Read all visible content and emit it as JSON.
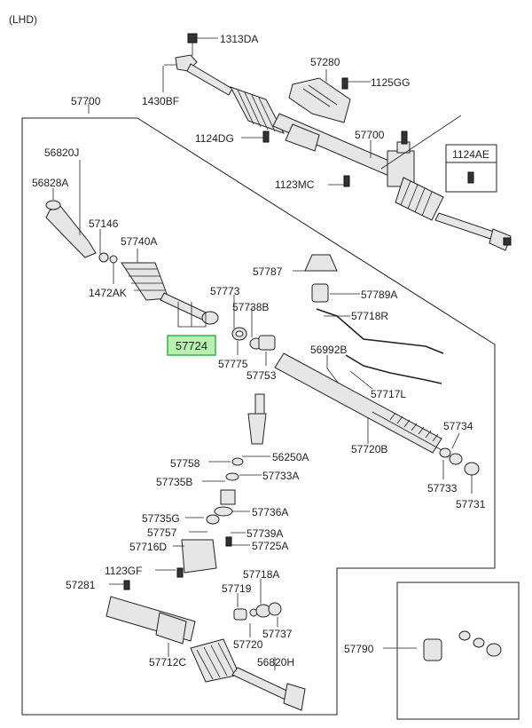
{
  "variant": "(LHD)",
  "accent_color": "#33b24a",
  "highlight_fill": "#b9f0b0",
  "highlight": {
    "code": "57724"
  },
  "labels": {
    "l1313DA": "1313DA",
    "l1430BF": "1430BF",
    "l57700_top": "57700",
    "l57280": "57280",
    "l1125GG": "1125GG",
    "l1124DG": "1124DG",
    "l57700_right": "57700",
    "l1124AE": "1124AE",
    "l1123MC": "1123MC",
    "l56820J": "56820J",
    "l56828A": "56828A",
    "l57146": "57146",
    "l57740A": "57740A",
    "l1472AK": "1472AK",
    "l57787": "57787",
    "l57789A": "57789A",
    "l57773": "57773",
    "l57738B": "57738B",
    "l57718R": "57718R",
    "l56992B": "56992B",
    "l57775": "57775",
    "l57753": "57753",
    "l57717L": "57717L",
    "l57734": "57734",
    "l57720B": "57720B",
    "l57758": "57758",
    "l56250A": "56250A",
    "l57735B": "57735B",
    "l57733A": "57733A",
    "l57733": "57733",
    "l57731": "57731",
    "l57735G": "57735G",
    "l57736A": "57736A",
    "l57757": "57757",
    "l57739A": "57739A",
    "l57716D": "57716D",
    "l57725A": "57725A",
    "l1123GF": "1123GF",
    "l57718A": "57718A",
    "l57281": "57281",
    "l57719": "57719",
    "l57737": "57737",
    "l57720": "57720",
    "l57712C": "57712C",
    "l56820H": "56820H",
    "l57790": "57790"
  }
}
